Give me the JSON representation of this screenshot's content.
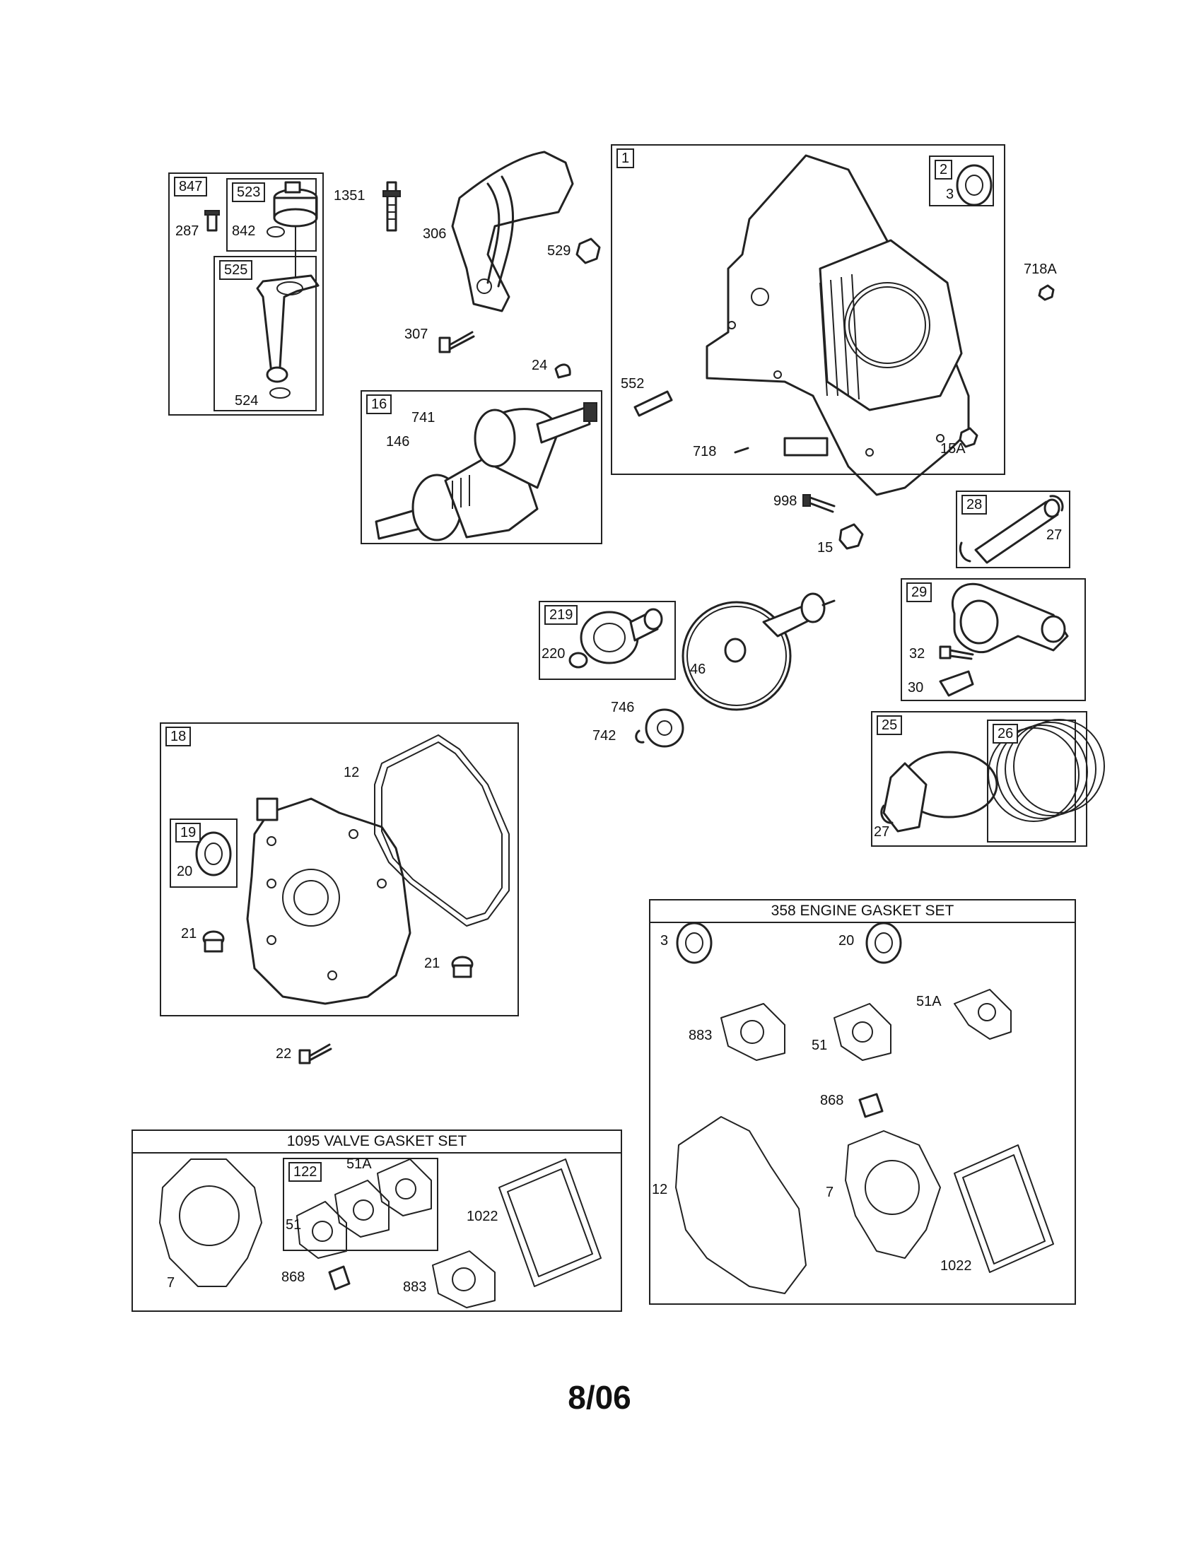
{
  "sets": {
    "valve_gasket_set": "1095 VALVE GASKET SET",
    "engine_gasket_set": "358 ENGINE GASKET SET"
  },
  "boxes": {
    "b847": "847",
    "b523": "523",
    "b525": "525",
    "b16": "16",
    "b1": "1",
    "b2": "2",
    "b28": "28",
    "b219": "219",
    "b29": "29",
    "b25": "25",
    "b26": "26",
    "b18": "18",
    "b19": "19",
    "b122": "122"
  },
  "labels": {
    "p287": "287",
    "p842": "842",
    "p524": "524",
    "p1351": "1351",
    "p306": "306",
    "p529": "529",
    "p307": "307",
    "p24": "24",
    "p741": "741",
    "p146": "146",
    "p3": "3",
    "p718A": "718A",
    "p552": "552",
    "p718": "718",
    "p15A": "15A",
    "p998": "998",
    "p15": "15",
    "p27a": "27",
    "p220": "220",
    "p46": "46",
    "p32": "32",
    "p30": "30",
    "p746": "746",
    "p742": "742",
    "p27b": "27",
    "p12a": "12",
    "p20a": "20",
    "p21a": "21",
    "p21b": "21",
    "p22": "22",
    "g3": "3",
    "g20": "20",
    "g51A": "51A",
    "g883": "883",
    "g51": "51",
    "g868": "868",
    "g12": "12",
    "g7": "7",
    "g1022": "1022",
    "v51A": "51A",
    "v51": "51",
    "v1022": "1022",
    "v7": "7",
    "v868": "868",
    "v883": "883"
  },
  "footer": "8/06"
}
